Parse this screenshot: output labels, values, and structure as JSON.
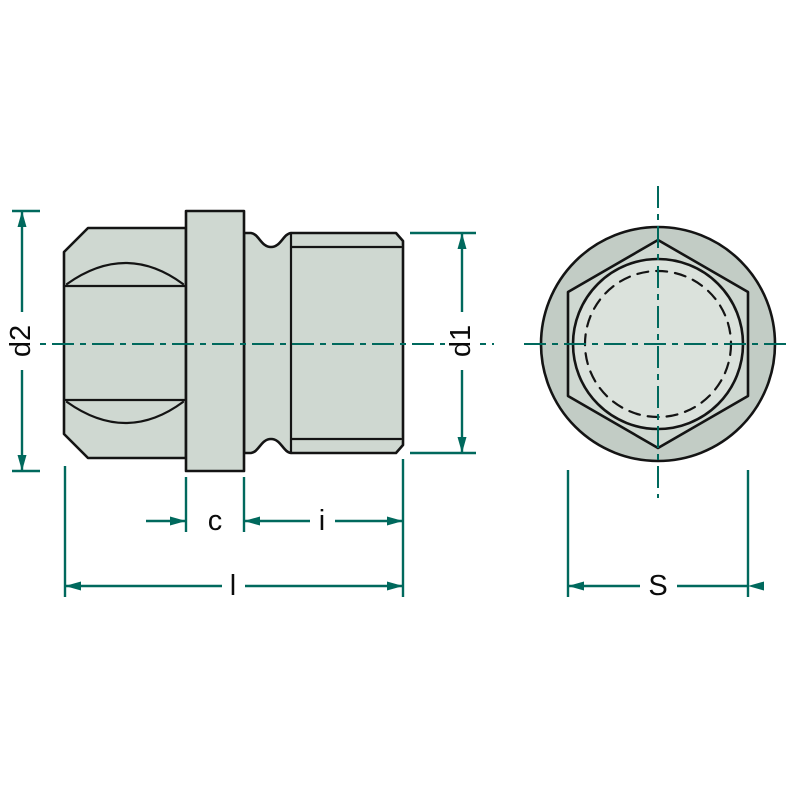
{
  "drawing": {
    "labels": {
      "d2": "d2",
      "d1": "d1",
      "c": "c",
      "i": "i",
      "l": "l",
      "s": "S"
    },
    "colors": {
      "background": "#ffffff",
      "outline": "#141414",
      "part_fill": "#cfd8d1",
      "part_fill_dark": "#c2ccc5",
      "part_fill_light": "#dbe2dc",
      "dimension": "#00695d"
    }
  }
}
